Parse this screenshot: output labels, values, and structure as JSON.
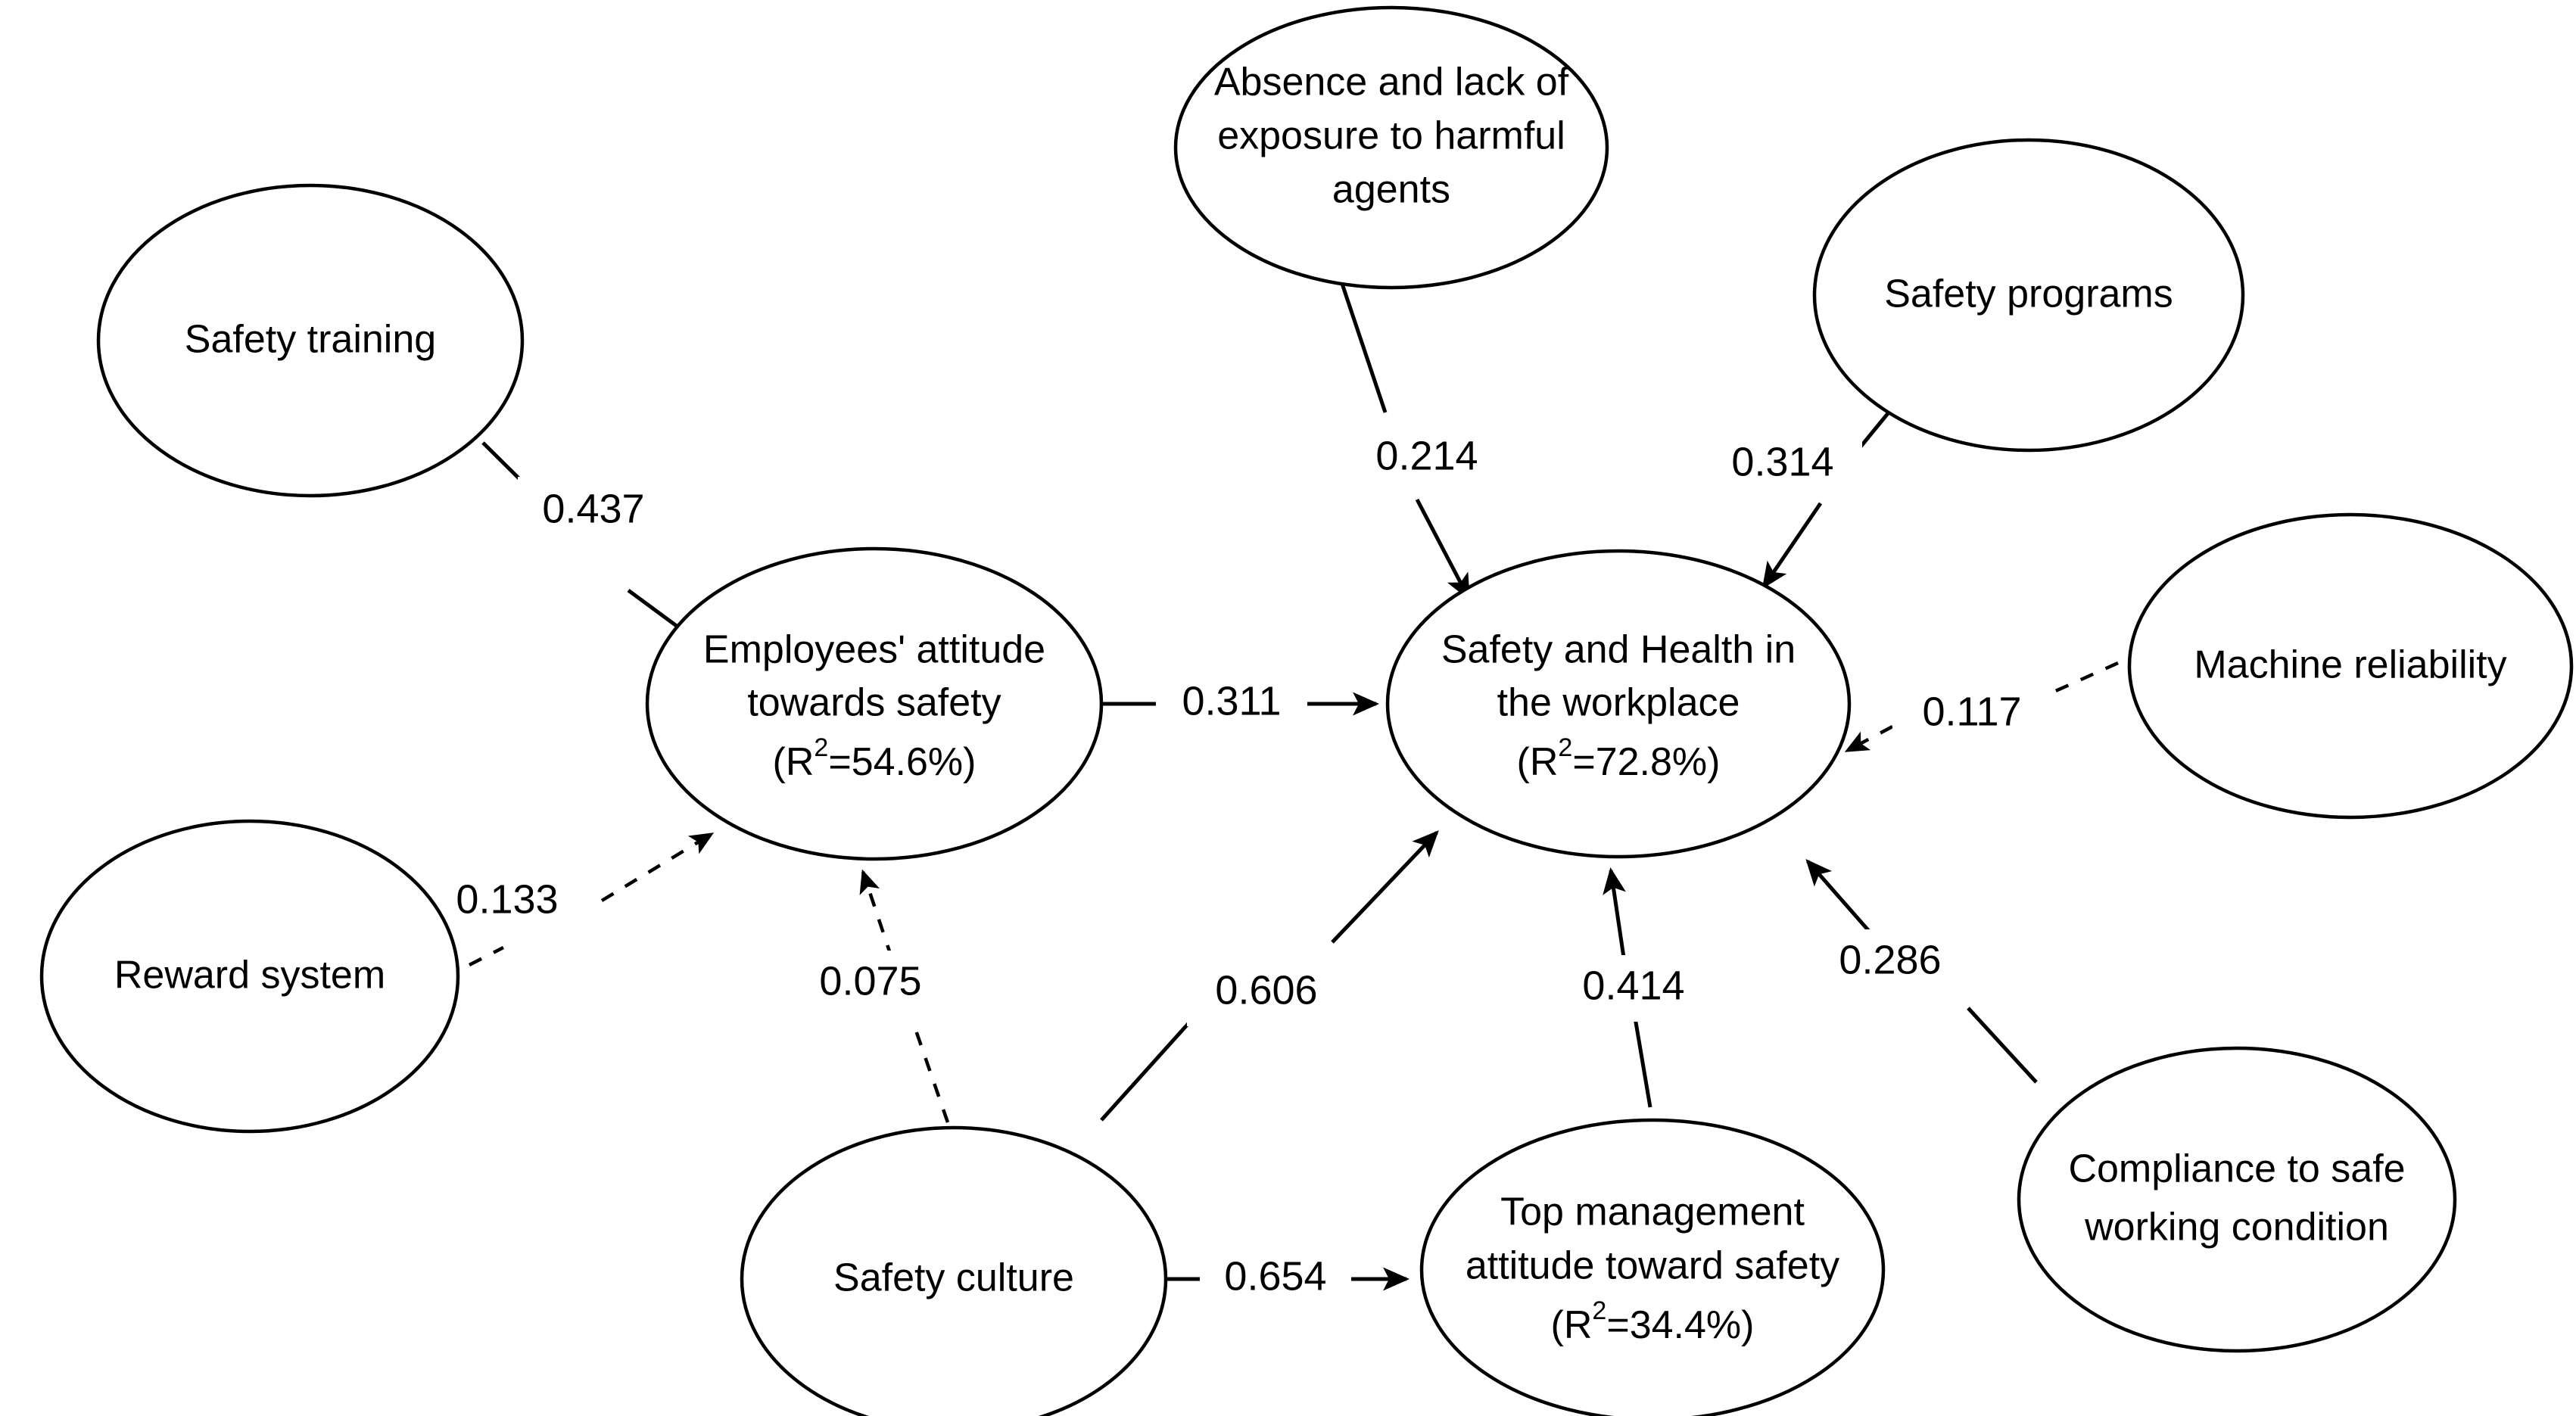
{
  "diagram": {
    "type": "structural-equation-model-path-diagram",
    "background_color": "#ffffff",
    "stroke_color": "#000000",
    "nodes": [
      {
        "id": "safety-training",
        "label_lines": [
          "Safety training"
        ]
      },
      {
        "id": "reward-system",
        "label_lines": [
          "Reward system"
        ]
      },
      {
        "id": "employees-attitude",
        "label_lines": [
          "Employees' attitude",
          "towards safety"
        ],
        "r2_prefix": "(R",
        "r2_sup": "2",
        "r2_suffix": "=54.6%)"
      },
      {
        "id": "absence-exposure",
        "label_lines": [
          "Absence and lack of",
          "exposure to harmful",
          "agents"
        ]
      },
      {
        "id": "safety-programs",
        "label_lines": [
          "Safety programs"
        ]
      },
      {
        "id": "safety-health",
        "label_lines": [
          "Safety and Health in",
          "the workplace"
        ],
        "r2_prefix": "(R",
        "r2_sup": "2",
        "r2_suffix": "=72.8%)"
      },
      {
        "id": "machine-reliability",
        "label_lines": [
          "Machine reliability"
        ]
      },
      {
        "id": "safety-culture",
        "label_lines": [
          "Safety culture"
        ]
      },
      {
        "id": "top-management",
        "label_lines": [
          "Top management",
          "attitude toward safety"
        ],
        "r2_prefix": "(R",
        "r2_sup": "2",
        "r2_suffix": "=34.4%)"
      },
      {
        "id": "compliance",
        "label_lines": [
          "Compliance to safe",
          "working condition"
        ]
      }
    ],
    "edges": [
      {
        "id": "e-training-attitude",
        "from": "safety-training",
        "to": "employees-attitude",
        "label": "0.437",
        "style": "solid",
        "arrow": true
      },
      {
        "id": "e-reward-attitude",
        "from": "reward-system",
        "to": "employees-attitude",
        "label": "0.133",
        "style": "dashed",
        "arrow": true
      },
      {
        "id": "e-culture-attitude",
        "from": "safety-culture",
        "to": "employees-attitude",
        "label": "0.075",
        "style": "dashed",
        "arrow": true
      },
      {
        "id": "e-attitude-health",
        "from": "employees-attitude",
        "to": "safety-health",
        "label": "0.311",
        "style": "solid",
        "arrow": true
      },
      {
        "id": "e-absence-health",
        "from": "absence-exposure",
        "to": "safety-health",
        "label": "0.214",
        "style": "solid",
        "arrow": true
      },
      {
        "id": "e-programs-health",
        "from": "safety-programs",
        "to": "safety-health",
        "label": "0.314",
        "style": "solid",
        "arrow": true
      },
      {
        "id": "e-machine-health",
        "from": "machine-reliability",
        "to": "safety-health",
        "label": "0.117",
        "style": "dashed",
        "arrow": true
      },
      {
        "id": "e-culture-health",
        "from": "safety-culture",
        "to": "safety-health",
        "label": "0.606",
        "style": "solid",
        "arrow": true
      },
      {
        "id": "e-topmgmt-health",
        "from": "top-management",
        "to": "safety-health",
        "label": "0.414",
        "style": "solid",
        "arrow": true
      },
      {
        "id": "e-compliance-health",
        "from": "compliance",
        "to": "safety-health",
        "label": "0.286",
        "style": "solid",
        "arrow": true
      },
      {
        "id": "e-culture-topmgmt",
        "from": "safety-culture",
        "to": "top-management",
        "label": "0.654",
        "style": "solid",
        "arrow": true
      }
    ]
  }
}
